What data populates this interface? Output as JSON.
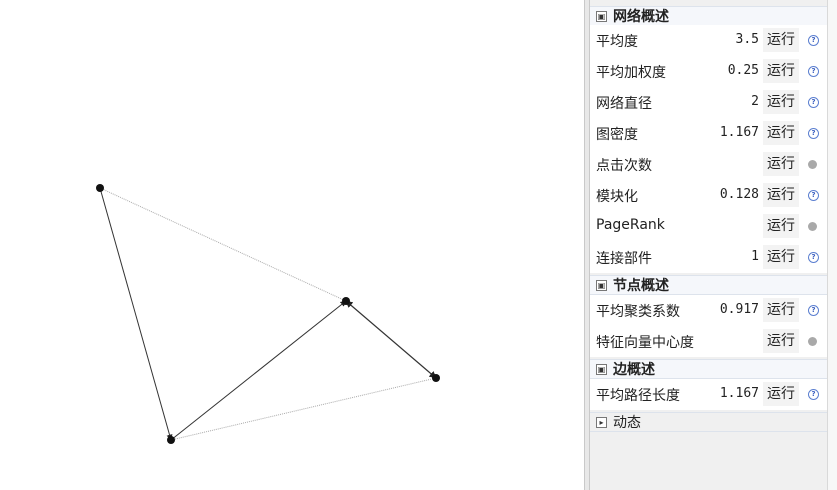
{
  "sections": [
    {
      "title": "网络概述",
      "rows": [
        {
          "label": "平均度",
          "value": "3.5",
          "run": "运行",
          "icon": "help-icon"
        },
        {
          "label": "平均加权度",
          "value": "0.25",
          "run": "运行",
          "icon": "help-icon"
        },
        {
          "label": "网络直径",
          "value": "2",
          "run": "运行",
          "icon": "help-icon"
        },
        {
          "label": "图密度",
          "value": "1.167",
          "run": "运行",
          "icon": "help-icon"
        },
        {
          "label": "点击次数",
          "value": "",
          "run": "运行",
          "icon": "disabled-dot-icon"
        },
        {
          "label": "模块化",
          "value": "0.128",
          "run": "运行",
          "icon": "help-icon"
        },
        {
          "label": "PageRank",
          "value": "",
          "run": "运行",
          "icon": "disabled-dot-icon"
        },
        {
          "label": "连接部件",
          "value": "1",
          "run": "运行",
          "icon": "help-icon"
        }
      ]
    },
    {
      "title": "节点概述",
      "rows": [
        {
          "label": "平均聚类系数",
          "value": "0.917",
          "run": "运行",
          "icon": "help-icon"
        },
        {
          "label": "特征向量中心度",
          "value": "",
          "run": "运行",
          "icon": "disabled-dot-icon"
        }
      ]
    },
    {
      "title": "边概述",
      "rows": [
        {
          "label": "平均路径长度",
          "value": "1.167",
          "run": "运行",
          "icon": "help-icon"
        }
      ]
    },
    {
      "title": "动态",
      "collapsed": true,
      "rows": []
    }
  ],
  "toggle_expanded": "▣",
  "toggle_collapsed": "▸",
  "help_glyph": "?",
  "colors": {
    "node": "#111111",
    "edge_dark": "#444444",
    "edge_light": "#9a9a9a",
    "help": "#3a5fc0",
    "header_bg": "#f5f7fb"
  }
}
